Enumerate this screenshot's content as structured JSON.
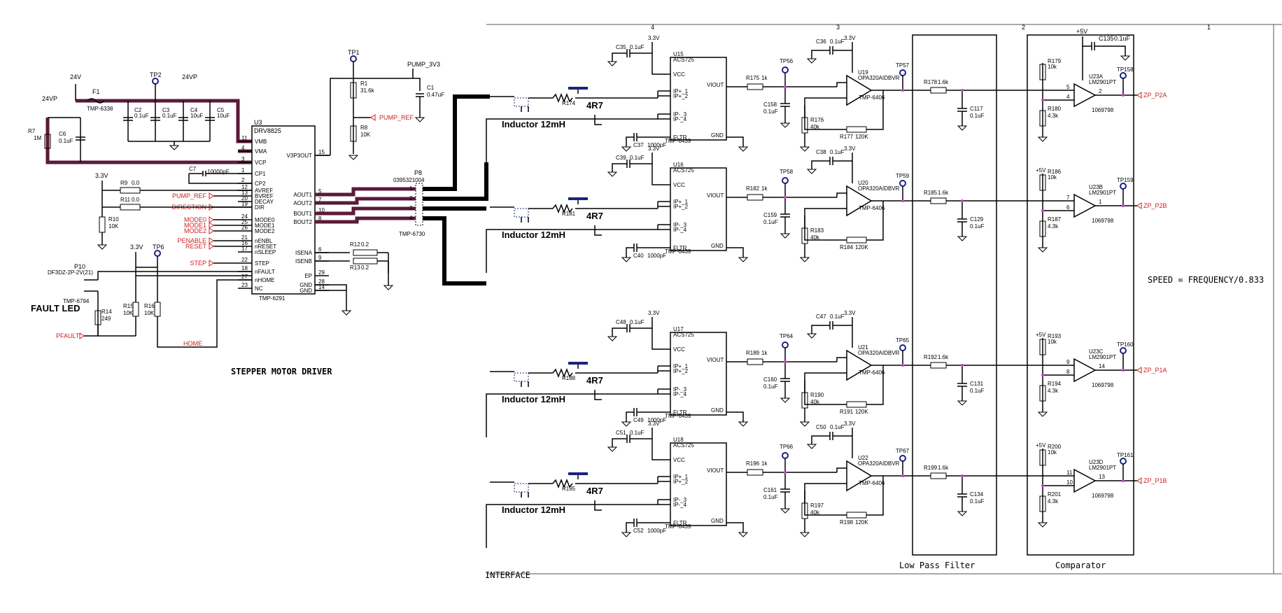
{
  "border": {
    "zones": [
      "4",
      "3",
      "2",
      "1"
    ]
  },
  "driver": {
    "title": "STEPPER MOTOR DRIVER",
    "fault_led": "FAULT LED",
    "ic_ref": "U3",
    "ic_part": "DRV8825",
    "ic_tmp": "TMP-6291",
    "left_pins": [
      {
        "num": "11",
        "name": "VMB"
      },
      {
        "num": "4",
        "name": "VMA"
      },
      {
        "num": "3",
        "name": "VCP"
      },
      {
        "num": "1",
        "name": "CP1"
      },
      {
        "num": "2",
        "name": "CP2"
      },
      {
        "num": "12",
        "name": "AVREF"
      },
      {
        "num": "13",
        "name": "BVREF"
      },
      {
        "num": "20",
        "name": "DECAY"
      },
      {
        "num": "19",
        "name": "DIR"
      },
      {
        "num": "24",
        "name": "MODE0"
      },
      {
        "num": "25",
        "name": "MODE1"
      },
      {
        "num": "26",
        "name": "MODE2"
      },
      {
        "num": "21",
        "name": "nENBL"
      },
      {
        "num": "16",
        "name": "nRESET"
      },
      {
        "num": "17",
        "name": "nSLEEP"
      },
      {
        "num": "22",
        "name": "STEP"
      },
      {
        "num": "18",
        "name": "nFAULT"
      },
      {
        "num": "27",
        "name": "nHOME"
      },
      {
        "num": "23",
        "name": "NC"
      }
    ],
    "right_pins": [
      {
        "num": "15",
        "name": "V3P3OUT"
      },
      {
        "num": "5",
        "name": "AOUT1"
      },
      {
        "num": "7",
        "name": "AOUT2"
      },
      {
        "num": "10",
        "name": "BOUT1"
      },
      {
        "num": "8",
        "name": "BOUT2"
      },
      {
        "num": "6",
        "name": "ISENA"
      },
      {
        "num": "9",
        "name": "ISENB"
      },
      {
        "num": "29",
        "name": "EP"
      },
      {
        "num": "28",
        "name": "GND"
      },
      {
        "num": "14",
        "name": "GND"
      }
    ],
    "nets": [
      "PUMP_REF",
      "DIRECTION",
      "MODE0",
      "MODE1",
      "MODE2",
      "PENABLE",
      "RESET",
      "STEP",
      "PFAULT",
      "HOME"
    ],
    "net_pump_ref_top": "PUMP_REF",
    "net_pump_3v3": "PUMP_3V3",
    "v24": "24V",
    "v24p": "24VP",
    "v24p2": "24VP",
    "v33": "3.3V",
    "v33b": "3.3V",
    "f1": "F1",
    "f1_tmp": "TMP-6338",
    "tp1": "TP1",
    "tp2": "TP2",
    "tp6": "TP6",
    "parts": [
      {
        "ref": "R7",
        "val": "1M"
      },
      {
        "ref": "C6",
        "val": "0.1uF"
      },
      {
        "ref": "C2",
        "val": "0.1uF"
      },
      {
        "ref": "C3",
        "val": "0.1uF"
      },
      {
        "ref": "C4",
        "val": "10uF"
      },
      {
        "ref": "C5",
        "val": "10uF"
      },
      {
        "ref": "R1",
        "val": "31.6k"
      },
      {
        "ref": "R8",
        "val": "10K"
      },
      {
        "ref": "C1",
        "val": "0.47uF"
      },
      {
        "ref": "C7",
        "val": "10000pF"
      },
      {
        "ref": "R9",
        "val": "0.0"
      },
      {
        "ref": "R11",
        "val": "0.0"
      },
      {
        "ref": "R10",
        "val": "10K"
      },
      {
        "ref": "R12",
        "val": "0.2"
      },
      {
        "ref": "R13",
        "val": "0.2"
      },
      {
        "ref": "R14",
        "val": "249"
      },
      {
        "ref": "R15",
        "val": "10K"
      },
      {
        "ref": "R16",
        "val": "10K"
      }
    ],
    "p10": "P10",
    "p10_part": "DF3DZ-2P-2V(21)",
    "p10_tmp": "TMP-6794",
    "p8": "P8",
    "p8_part": "0395321004",
    "p8_tmp": "TMP-6730"
  },
  "channels": [
    {
      "inductor": "Inductor 12mH",
      "r_trim": "R174",
      "trim_val": "4R7",
      "cap_top": "C35",
      "cap_top_val": "0.1uF",
      "ic": "U15",
      "ic_part": "ACS725",
      "cap_filt": "C37",
      "cap_filt_val": "1000pF",
      "ic_tmp": "TMP-6439",
      "r_in": "R175",
      "r_in_val": "1k",
      "tp_in": "TP56",
      "c_in": "C158",
      "c_in_val": "0.1uF",
      "c_fb": "C36",
      "c_fb_val": "0.1uF",
      "opamp": "U19",
      "opamp_part": "OPA320AIDBVR",
      "opamp_tmp": "TMP-6406",
      "r_gnd": "R176",
      "r_gnd_val": "40k",
      "r_fb": "R177",
      "r_fb_val": "120K",
      "tp_out": "TP57",
      "r_lpf": "R178",
      "r_lpf_val": "1.6k",
      "c_lpf": "C117",
      "c_lpf_val": "0.1uF",
      "r_c1": "R179",
      "r_c1_val": "10k",
      "r_c2": "R180",
      "r_c2_val": "4.3k",
      "comp": "U23A",
      "comp_part": "LM2901PT",
      "comp_tmp": "1069798",
      "comp_pins": [
        "5",
        "4",
        "2"
      ],
      "tp_cmp": "TP158",
      "net": "ZP_P2A"
    },
    {
      "inductor": "Inductor 12mH",
      "r_trim": "R181",
      "trim_val": "4R7",
      "cap_top": "C39",
      "cap_top_val": "0.1uF",
      "ic": "U16",
      "ic_part": "ACS725",
      "cap_filt": "C40",
      "cap_filt_val": "1000pF",
      "ic_tmp": "TMP-6439",
      "r_in": "R182",
      "r_in_val": "1k",
      "tp_in": "TP58",
      "c_in": "C159",
      "c_in_val": "0.1uF",
      "c_fb": "C38",
      "c_fb_val": "0.1uF",
      "opamp": "U20",
      "opamp_part": "OPA320AIDBVR",
      "opamp_tmp": "TMP-6406",
      "r_gnd": "R183",
      "r_gnd_val": "40k",
      "r_fb": "R184",
      "r_fb_val": "120K",
      "tp_out": "TP59",
      "r_lpf": "R185",
      "r_lpf_val": "1.6k",
      "c_lpf": "C129",
      "c_lpf_val": "0.1uF",
      "r_c1": "R186",
      "r_c1_val": "10k",
      "r_c2": "R187",
      "r_c2_val": "4.3k",
      "comp": "U23B",
      "comp_part": "LM2901PT",
      "comp_tmp": "1069798",
      "comp_pins": [
        "7",
        "6",
        "1"
      ],
      "tp_cmp": "TP159",
      "net": "ZP_P2B"
    },
    {
      "inductor": "Inductor 12mH",
      "r_trim": "R188",
      "trim_val": "4R7",
      "cap_top": "C48",
      "cap_top_val": "0.1uF",
      "ic": "U17",
      "ic_part": "ACS725",
      "cap_filt": "C49",
      "cap_filt_val": "1000pF",
      "ic_tmp": "TMP-6439",
      "r_in": "R189",
      "r_in_val": "1k",
      "tp_in": "TP64",
      "c_in": "C160",
      "c_in_val": "0.1uF",
      "c_fb": "C47",
      "c_fb_val": "0.1uF",
      "opamp": "U21",
      "opamp_part": "OPA320AIDBVR",
      "opamp_tmp": "TMP-6406",
      "r_gnd": "R190",
      "r_gnd_val": "40k",
      "r_fb": "R191",
      "r_fb_val": "120K",
      "tp_out": "TP65",
      "r_lpf": "R192",
      "r_lpf_val": "1.6k",
      "c_lpf": "C131",
      "c_lpf_val": "0.1uF",
      "r_c1": "R193",
      "r_c1_val": "10k",
      "r_c2": "R194",
      "r_c2_val": "4.3k",
      "comp": "U23C",
      "comp_part": "LM2901PT",
      "comp_tmp": "1069798",
      "comp_pins": [
        "9",
        "8",
        "14"
      ],
      "tp_cmp": "TP160",
      "net": "ZP_P1A"
    },
    {
      "inductor": "Inductor 12mH",
      "r_trim": "R195",
      "trim_val": "4R7",
      "cap_top": "C51",
      "cap_top_val": "0.1uF",
      "ic": "U18",
      "ic_part": "ACS725",
      "cap_filt": "C52",
      "cap_filt_val": "1000pF",
      "ic_tmp": "TMP-6439",
      "r_in": "R196",
      "r_in_val": "1k",
      "tp_in": "TP66",
      "c_in": "C161",
      "c_in_val": "0.1uF",
      "c_fb": "C50",
      "c_fb_val": "0.1uF",
      "opamp": "U22",
      "opamp_part": "OPA320AIDBVR",
      "opamp_tmp": "TMP-6406",
      "r_gnd": "R197",
      "r_gnd_val": "40k",
      "r_fb": "R198",
      "r_fb_val": "120K",
      "tp_out": "TP67",
      "r_lpf": "R199",
      "r_lpf_val": "1.6k",
      "c_lpf": "C134",
      "c_lpf_val": "0.1uF",
      "r_c1": "R200",
      "r_c1_val": "10k",
      "r_c2": "R201",
      "r_c2_val": "4.3k",
      "comp": "U23D",
      "comp_part": "LM2901PT",
      "comp_tmp": "1069798",
      "comp_pins": [
        "11",
        "10",
        "13"
      ],
      "tp_cmp": "TP161",
      "net": "ZP_P1B"
    }
  ],
  "sensor_pins": [
    "IP+_1",
    "IP+_2",
    "IP-_3",
    "IP-_4",
    "VCC",
    "FLTR",
    "VIOUT",
    "GND"
  ],
  "v33_label": "3.3V",
  "v5_label": "+5V",
  "c135": "C135",
  "c135_val": "0.1uF",
  "lpf_label": "Low Pass Filter",
  "comparator_label": "Comparator",
  "speed_formula": "SPEED = FREQUENCY/0.833",
  "interface_label": "INTERFACE"
}
